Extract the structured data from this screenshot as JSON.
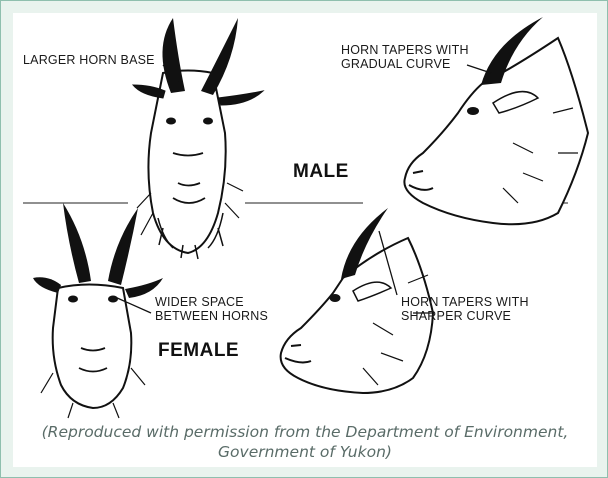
{
  "labels": {
    "larger_horn_base": "LARGER HORN BASE",
    "horn_tapers_gradual_1": "HORN TAPERS WITH",
    "horn_tapers_gradual_2": "GRADUAL CURVE",
    "wider_space_1": "WIDER SPACE",
    "wider_space_2": "BETWEEN HORNS",
    "horn_tapers_sharper_1": "HORN TAPERS WITH",
    "horn_tapers_sharper_2": "SHARPER CURVE"
  },
  "sex": {
    "male": "MALE",
    "female": "FEMALE"
  },
  "credit": {
    "line1": "(Reproduced with permission from the Department of Environment,",
    "line2": "Government of Yukon)"
  },
  "colors": {
    "frame": "#9ec9bb",
    "ink": "#111111",
    "credit": "#5a6c68"
  }
}
